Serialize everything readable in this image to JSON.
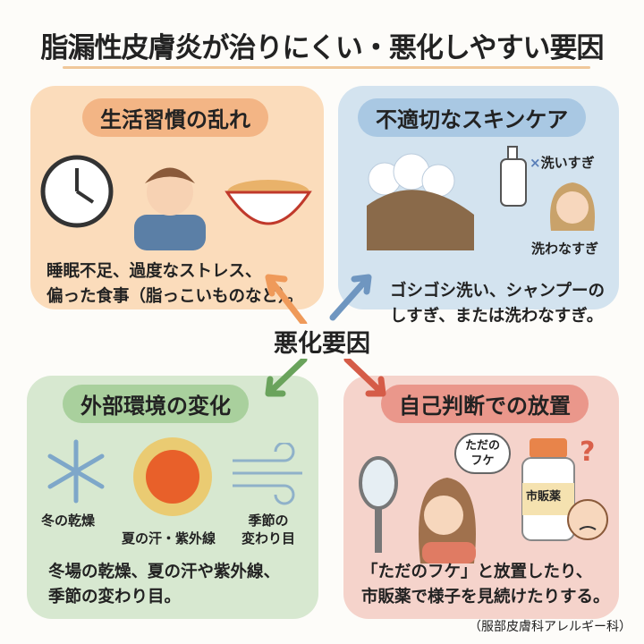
{
  "title": "脂漏性皮膚炎が治りにくい・悪化しやすい要因",
  "center_label": "悪化要因",
  "panels": {
    "lifestyle": {
      "heading": "生活習慣の乱れ",
      "description": [
        "睡眠不足、過度なストレス、",
        "偏った食事（脂っこいものなど）。"
      ],
      "color": "#fbdcbb",
      "accent": "#f3b585"
    },
    "skincare": {
      "heading": "不適切なスキンケア",
      "labels": {
        "overwash": "洗いすぎ",
        "underwash": "洗わなすぎ"
      },
      "description": [
        "ゴシゴシ洗い、シャンプーの",
        "しすぎ、または洗わなすぎ。"
      ],
      "color": "#d3e3ef",
      "accent": "#a9c8e3"
    },
    "environment": {
      "heading": "外部環境の変化",
      "labels": {
        "winter": "冬の乾燥",
        "summer": "夏の汗・紫外線",
        "season": [
          "季節の",
          "変わり目"
        ]
      },
      "description": [
        "冬場の乾燥、夏の汗や紫外線、",
        "季節の変わり目。"
      ],
      "color": "#d7e8d0",
      "accent": "#a9d09d"
    },
    "neglect": {
      "heading": "自己判断での放置",
      "labels": {
        "thought": [
          "ただの",
          "フケ"
        ],
        "bottle": "市販薬"
      },
      "description": [
        "「ただのフケ」と放置したり、",
        "市販薬で様子を見続けたりする。"
      ],
      "color": "#f5d3cb",
      "accent": "#ea978b"
    }
  },
  "credit": "（服部皮膚科アレルギー科）"
}
